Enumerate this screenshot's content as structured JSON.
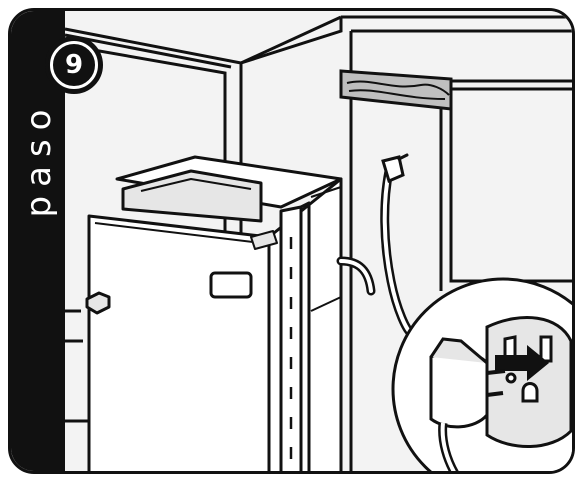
{
  "step": {
    "number": "9",
    "word": "paso"
  },
  "icons": [
    "refrigerator-illustration",
    "power-cord-icon",
    "outlet-icon",
    "plug-icon",
    "arrow-right-icon"
  ],
  "colors": {
    "ink": "#111111",
    "paper": "#ffffff",
    "shade": "#e6e6e6"
  }
}
